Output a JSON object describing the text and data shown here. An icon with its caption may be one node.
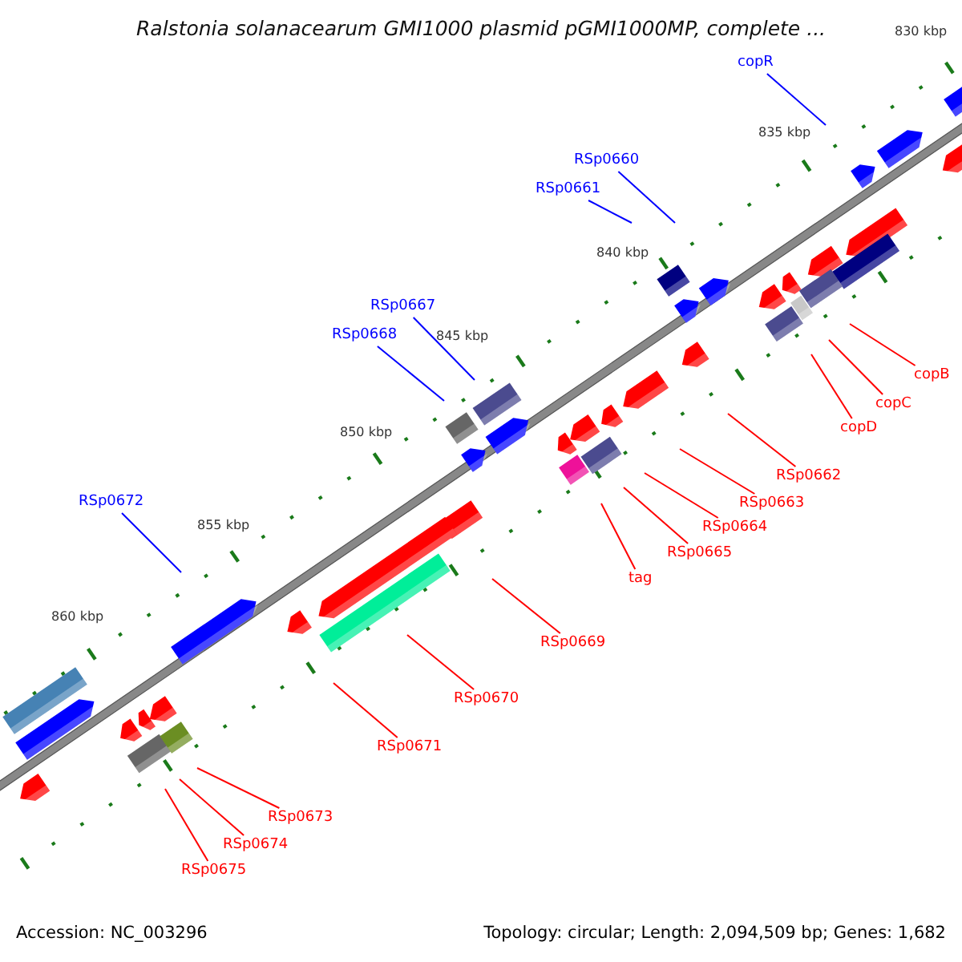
{
  "diagram": {
    "title": "Ralstonia solanacearum GMI1000 plasmid pGMI1000MP, complete ...",
    "nodes": [
      {
        "text": [
          "copR"
        ]
      },
      {
        "text": [
          "RSp0660"
        ]
      },
      {
        "text": [
          "RSp0661"
        ]
      },
      {
        "text": [
          "RSp0667"
        ]
      },
      {
        "text": [
          "RSp0668"
        ]
      },
      {
        "text": [
          "RSp0672"
        ]
      },
      {
        "text": [
          "copB"
        ]
      },
      {
        "text": [
          "copC"
        ]
      },
      {
        "text": [
          "copD"
        ]
      },
      {
        "text": [
          "RSp0662"
        ]
      },
      {
        "text": [
          "RSp0663"
        ]
      },
      {
        "text": [
          "RSp0664"
        ]
      },
      {
        "text": [
          "RSp0665"
        ]
      },
      {
        "text": [
          "tag"
        ]
      },
      {
        "text": [
          "RSp0669"
        ]
      },
      {
        "text": [
          "RSp0670"
        ]
      },
      {
        "text": [
          "RSp0671"
        ]
      },
      {
        "text": [
          "RSp0673"
        ]
      },
      {
        "text": [
          "RSp0674"
        ]
      },
      {
        "text": [
          "RSp0675"
        ]
      }
    ],
    "edges": [
      {
        "from": 0,
        "to": null,
        "arrow": "none",
        "color": "#0000ff"
      },
      {
        "from": 1,
        "to": null,
        "arrow": "none",
        "color": "#0000ff"
      },
      {
        "from": 2,
        "to": null,
        "arrow": "none",
        "color": "#0000ff"
      },
      {
        "from": 3,
        "to": null,
        "arrow": "none",
        "color": "#0000ff"
      },
      {
        "from": 4,
        "to": null,
        "arrow": "none",
        "color": "#0000ff"
      },
      {
        "from": 5,
        "to": null,
        "arrow": "none",
        "color": "#0000ff"
      },
      {
        "from": 6,
        "to": null,
        "arrow": "none"
      },
      {
        "from": 7,
        "to": null,
        "arrow": "none"
      },
      {
        "from": 8,
        "to": null,
        "arrow": "none"
      },
      {
        "from": 9,
        "to": null,
        "arrow": "none"
      },
      {
        "from": 10,
        "to": null,
        "arrow": "none"
      },
      {
        "from": 11,
        "to": null,
        "arrow": "none"
      },
      {
        "from": 12,
        "to": null,
        "arrow": "none"
      },
      {
        "from": 13,
        "to": null,
        "arrow": "none"
      },
      {
        "from": 14,
        "to": null,
        "arrow": "none"
      },
      {
        "from": 15,
        "to": null,
        "arrow": "none"
      },
      {
        "from": 16,
        "to": null,
        "arrow": "none"
      },
      {
        "from": 17,
        "to": null,
        "arrow": "none"
      },
      {
        "from": 18,
        "to": null,
        "arrow": "none"
      },
      {
        "from": 19,
        "to": null,
        "arrow": "none"
      }
    ],
    "labels": [
      "830 kbp",
      "835 kbp",
      "840 kbp",
      "845 kbp",
      "850 kbp",
      "855 kbp",
      "860 kbp",
      "Accession: NC_003296",
      "Topology: circular; Length: 2,094,509 bp; Genes: 1,682"
    ]
  }
}
